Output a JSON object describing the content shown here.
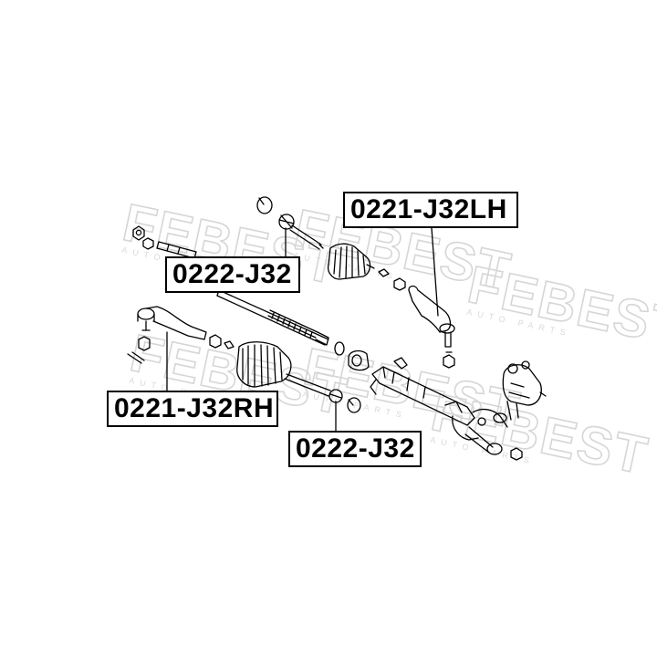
{
  "watermark": {
    "brand": "FEBEST",
    "tagline": "AUTO PARTS"
  },
  "part_labels": [
    {
      "id": "lh",
      "text": "0221-J32LH"
    },
    {
      "id": "j32a",
      "text": "0222-J32"
    },
    {
      "id": "rh",
      "text": "0221-J32RH"
    },
    {
      "id": "j32b",
      "text": "0222-J32"
    }
  ]
}
